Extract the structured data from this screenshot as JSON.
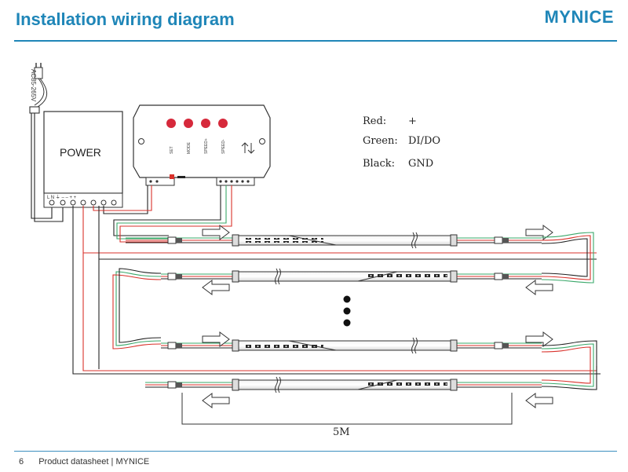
{
  "header": {
    "title": "Installation wiring diagram",
    "brand": "MYNICE"
  },
  "footer": {
    "page_number": "6",
    "text": "Product datasheet | MYNICE"
  },
  "diagram": {
    "ac_label": "AC85-265V",
    "power_label": "POWER",
    "power_terminals": "L  N  ⏚  –  –  +  +",
    "controller_buttons": [
      "SET",
      "MODE",
      "SPEED+",
      "SPEED-"
    ],
    "legend": [
      {
        "color_label": "Red:",
        "meaning": "+"
      },
      {
        "color_label": "Green:",
        "meaning": "DI/DO"
      },
      {
        "color_label": "Black:",
        "meaning": "GND"
      }
    ],
    "length_label": "5M",
    "wire_colors": {
      "red": "#d9312b",
      "green": "#3aa86a",
      "black": "#222222",
      "accent": "#1f86b8"
    }
  }
}
